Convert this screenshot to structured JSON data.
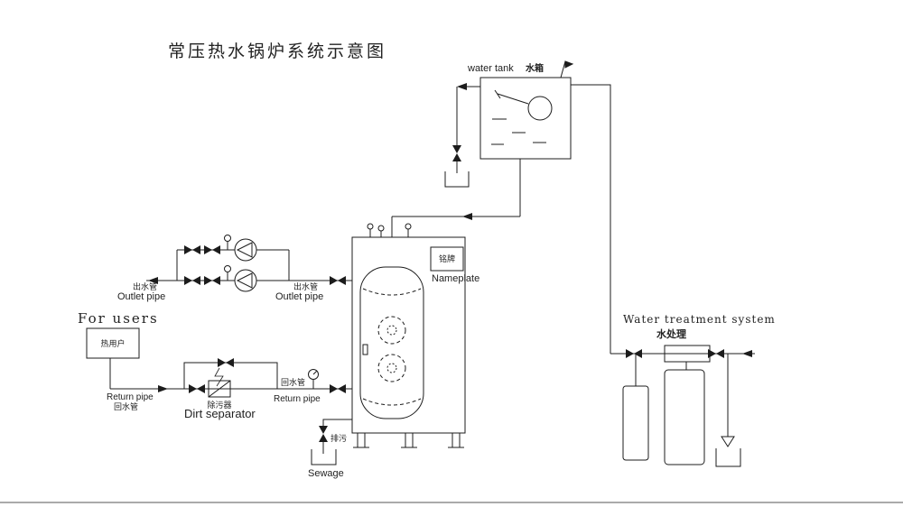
{
  "title": "常压热水锅炉系统示意图",
  "water_tank": {
    "en": "water tank",
    "zh": "水箱"
  },
  "boiler": {
    "nameplate_zh": "铭牌",
    "nameplate_en": "Nameplate"
  },
  "outlet_left": {
    "zh": "出水管",
    "en": "Outlet pipe"
  },
  "outlet_right": {
    "zh": "出水管",
    "en": "Outlet pipe"
  },
  "users": {
    "en": "For users",
    "zh": "热用户"
  },
  "return_left": {
    "en": "Return pipe",
    "zh": "回水管"
  },
  "return_right": {
    "zh": "回水管",
    "en": "Return pipe"
  },
  "dirt_separator": {
    "zh": "除污器",
    "en": "Dirt separator"
  },
  "sewage": {
    "zh": "排污",
    "en": "Sewage"
  },
  "treatment": {
    "en": "Water treatment system",
    "zh": "水处理"
  }
}
